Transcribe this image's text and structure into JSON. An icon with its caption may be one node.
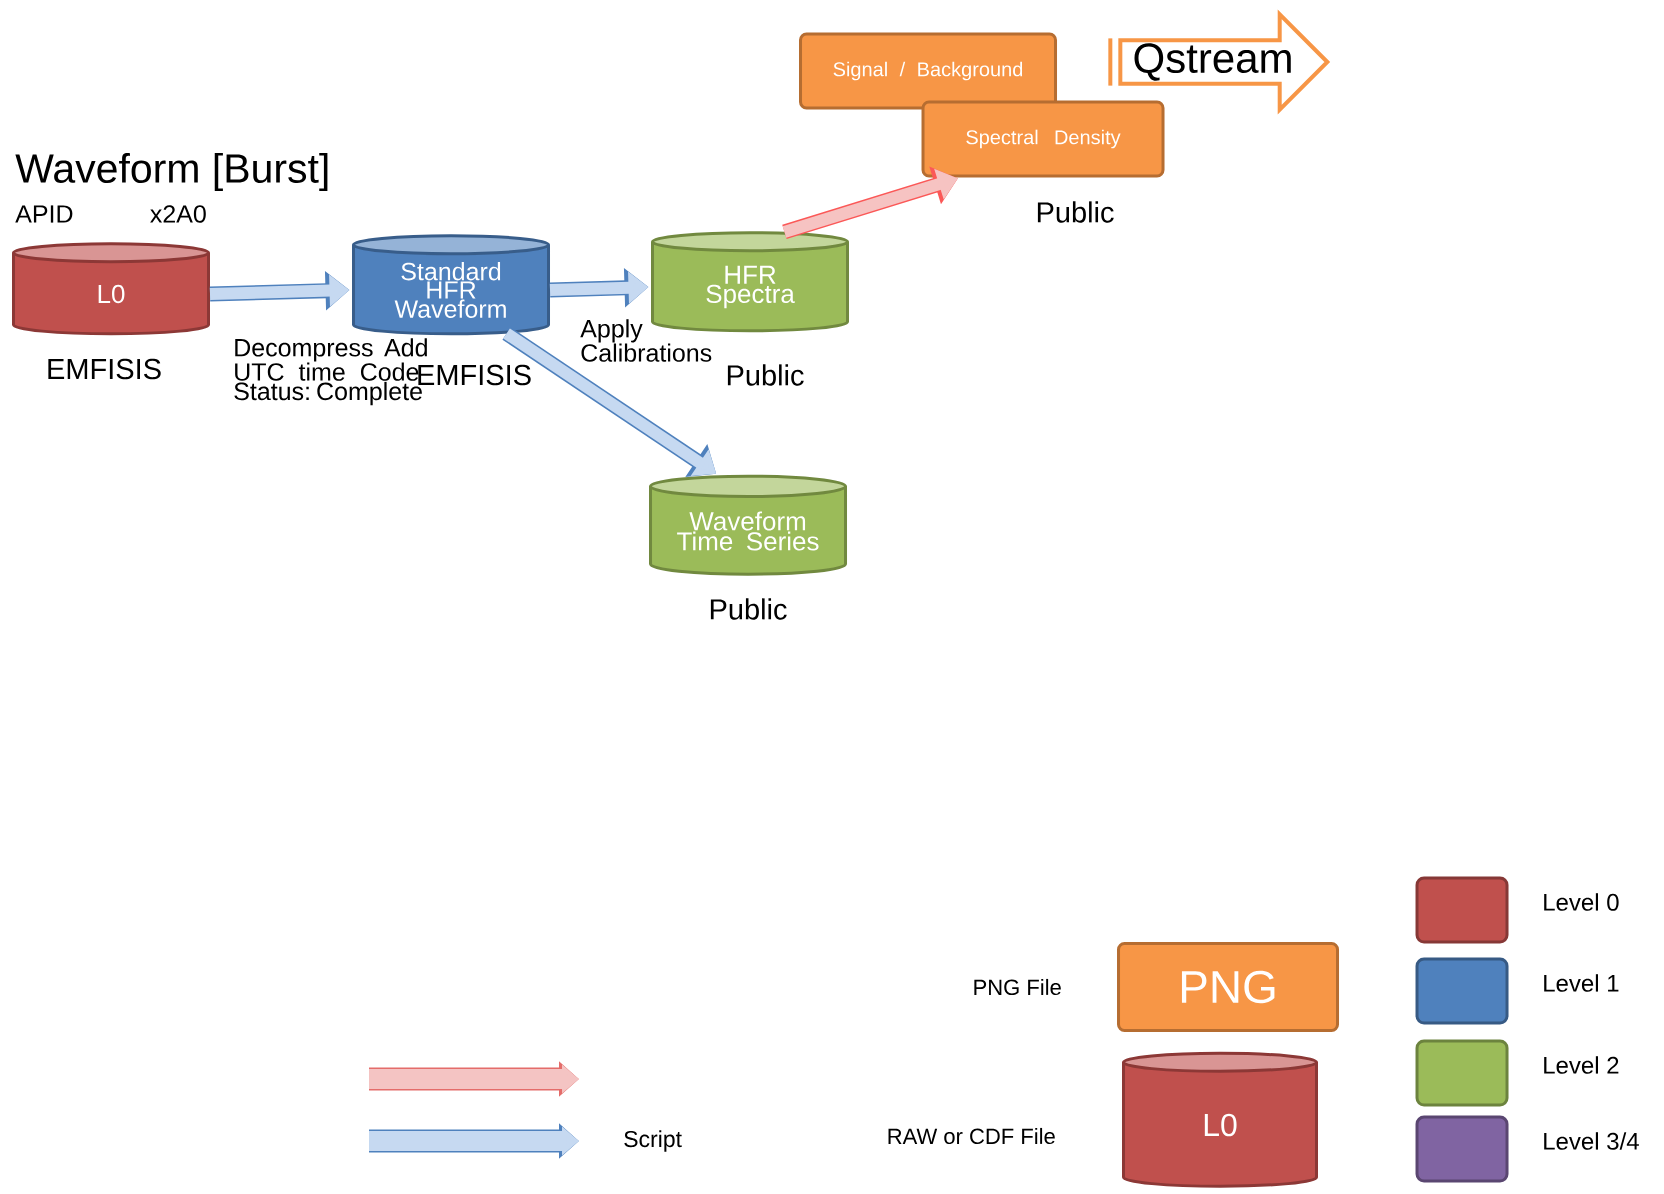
{
  "diagram": {
    "title": "Waveform [Burst]",
    "nodes": [
      {
        "text": [
          "L0"
        ],
        "beside": [
          "EMFISIS"
        ]
      },
      {
        "text": [
          "Standard HFR Waveform"
        ],
        "beside": [
          "EMFISIS"
        ]
      },
      {
        "text": [
          "HFR Spectra"
        ],
        "beside": [
          "Public"
        ]
      },
      {
        "text": [
          "Waveform Time Series"
        ],
        "beside": [
          "Public"
        ]
      },
      {
        "text": [
          "Signal / Background"
        ]
      },
      {
        "text": [
          "Spectral Density"
        ],
        "beside": [
          "Public"
        ]
      },
      {
        "text": [
          "Qstream"
        ]
      },
      {
        "text": [
          "PNG"
        ],
        "beside": [
          "PNG File"
        ]
      },
      {
        "text": [
          "L0"
        ],
        "beside": [
          "RAW or CDF File"
        ]
      }
    ],
    "edges": [
      {
        "from": 0,
        "to": 1,
        "arrow": "to",
        "label": "Decompress Add UTC time Code Status: Complete"
      },
      {
        "from": 1,
        "to": 2,
        "arrow": "to",
        "label": "Apply Calibrations"
      },
      {
        "from": 1,
        "to": 3,
        "arrow": "to"
      },
      {
        "from": 2,
        "to": 5,
        "arrow": "to",
        "color": "#f6c3c2"
      }
    ],
    "labels": [
      "APID",
      "x2A0"
    ],
    "legend": [
      {
        "text": "Level 0",
        "color": "#c0504d"
      },
      {
        "text": "Level 1",
        "color": "#4f81bd"
      },
      {
        "text": "Level 2",
        "color": "#9bbb59"
      },
      {
        "text": "Script"
      },
      {
        "text": "Level 3/4",
        "color": "#8064a2"
      }
    ]
  }
}
